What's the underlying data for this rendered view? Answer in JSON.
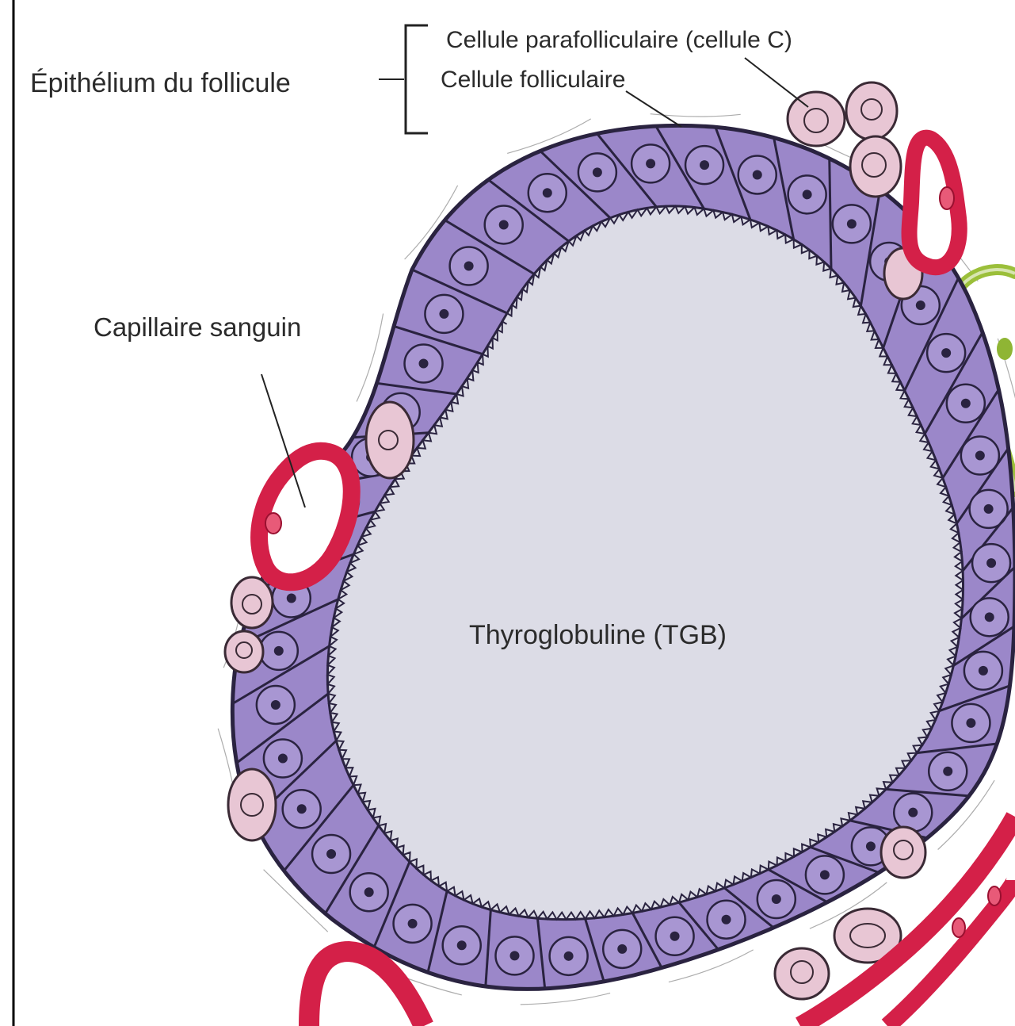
{
  "labels": {
    "epithelium": "Épithélium du follicule",
    "parafollicular_cell": "Cellule parafolliculaire (cellule C)",
    "follicular_cell": "Cellule folliculaire",
    "capillary": "Capillaire sanguin",
    "colloid": "Thyroglobuline (TGB)"
  },
  "colors": {
    "follicular_cell_fill": "#9b87c9",
    "follicular_cell_outline": "#2a2340",
    "colloid_fill": "#dcdce6",
    "parafollicular_cell_fill": "#e8c6d4",
    "capillary_wall": "#d42048",
    "nerve_fiber": "#9bbf3a",
    "border_line": "#000000"
  }
}
